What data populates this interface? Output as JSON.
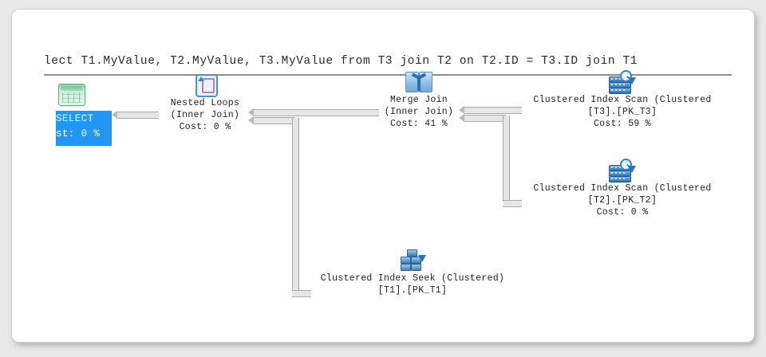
{
  "panel": {
    "query_text": "lect T1.MyValue, T2.MyValue, T3.MyValue from T3 join T2 on T2.ID = T3.ID join T1"
  },
  "plan": {
    "nodes": [
      {
        "id": "select",
        "icon": "select-result-icon",
        "line1": "SELECT",
        "line2": "st: 0 %",
        "selected_color": "#2196f3"
      },
      {
        "id": "nested-loops",
        "icon": "nested-loops-icon",
        "line1": "Nested Loops",
        "line2": "(Inner Join)",
        "line3": "Cost: 0 %"
      },
      {
        "id": "merge-join",
        "icon": "merge-join-icon",
        "line1": "Merge Join",
        "line2": "(Inner Join)",
        "line3": "Cost: 41 %"
      },
      {
        "id": "clustered-index-scan-t3",
        "icon": "clustered-index-scan-icon",
        "line1": "Clustered Index Scan (Clustered",
        "line2": "[T3].[PK_T3]",
        "line3": "Cost: 59 %"
      },
      {
        "id": "clustered-index-scan-t2",
        "icon": "clustered-index-scan-icon",
        "line1": "Clustered Index Scan (Clustered",
        "line2": "[T2].[PK_T2]",
        "line3": "Cost: 0 %"
      },
      {
        "id": "clustered-index-seek-t1",
        "icon": "clustered-index-seek-icon",
        "line1": "Clustered Index Seek (Clustered)",
        "line2": "[T1].[PK_T1]"
      }
    ]
  },
  "colors": {
    "accent": "#2196f3",
    "connector": "#a9a9a9",
    "panel_bg": "#ffffff",
    "page_bg": "#e9e9e9"
  }
}
